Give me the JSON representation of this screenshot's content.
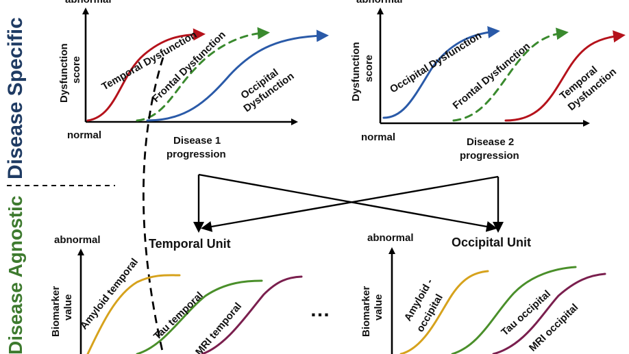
{
  "sections": {
    "top": "Disease Specific",
    "bottom": "Disease Agnostic"
  },
  "panel_a": {
    "y_top": "abnormal",
    "y_bottom": "normal",
    "y_axis_line1": "Dysfunction",
    "y_axis_line2": "score",
    "x_line1": "Disease 1",
    "x_line2": "progression",
    "curves": [
      "Temporal Dysfunction",
      "Frontal Dysfunction",
      "Occipital",
      "Dysfunction"
    ]
  },
  "panel_b": {
    "y_top": "abnormal",
    "y_bottom": "normal",
    "y_axis_line1": "Dysfunction",
    "y_axis_line2": "score",
    "x_line1": "Disease 2",
    "x_line2": "progression",
    "curves": [
      "Occipital Dysfunction",
      "Frontal Dysfunction",
      "Temporal",
      "Dysfunction"
    ]
  },
  "units": {
    "temporal": "Temporal Unit",
    "occipital": "Occipital Unit"
  },
  "panel_c": {
    "y_top": "abnormal",
    "y_axis_line1": "Biomarker",
    "y_axis_line2": "value",
    "curves": [
      "Amyloid temporal",
      "Tau temporal",
      "MRI temporal"
    ]
  },
  "panel_d": {
    "y_top": "abnormal",
    "y_axis_line1": "Biomarker",
    "y_axis_line2": "value",
    "curves": [
      "Amyloid -",
      "occipital",
      "Tau occipital",
      "MRI occipital"
    ]
  },
  "ellipsis": "…",
  "colors": {
    "red": "#b5121b",
    "green_dashed": "#3a8a2e",
    "blue": "#2a5aa8",
    "gold": "#d6a21c",
    "green": "#4a8f2a",
    "maroon": "#7a1f4e",
    "section_top": "#1f3b63",
    "section_bottom": "#3d7a2e"
  }
}
